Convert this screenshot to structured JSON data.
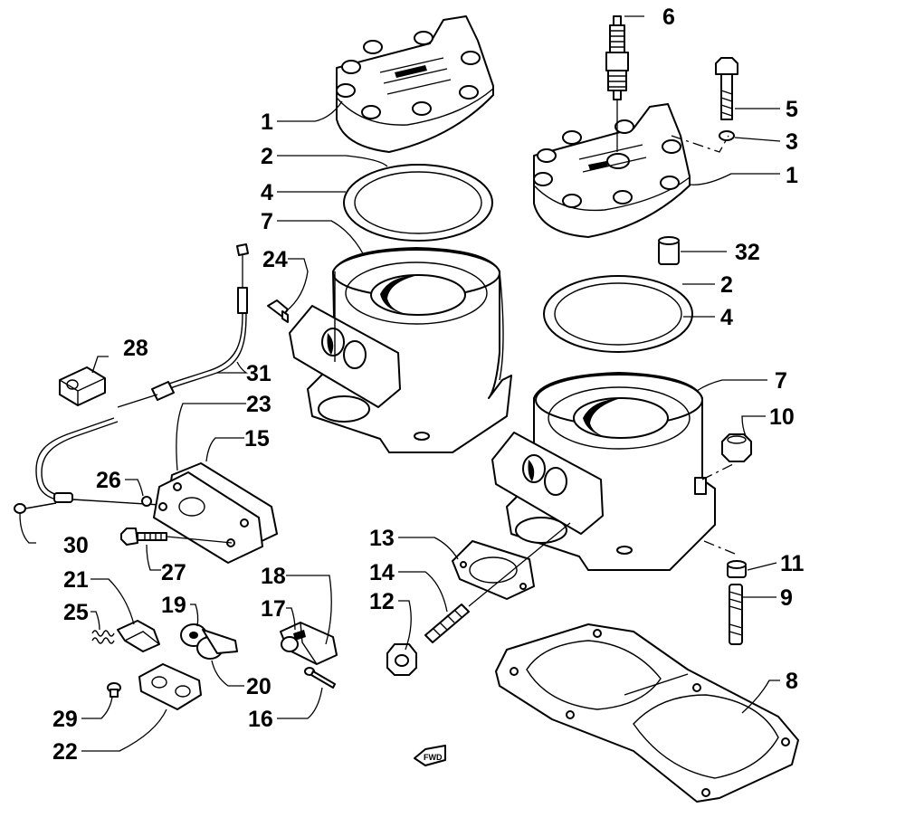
{
  "figure": {
    "fwd_label": "FWD",
    "callouts": {
      "c1a": "1",
      "c1b": "1",
      "c2a": "2",
      "c2b": "2",
      "c3": "3",
      "c4a": "4",
      "c4b": "4",
      "c5": "5",
      "c6": "6",
      "c7a": "7",
      "c7b": "7",
      "c8": "8",
      "c9": "9",
      "c10": "10",
      "c11": "11",
      "c12": "12",
      "c13": "13",
      "c14": "14",
      "c15": "15",
      "c16": "16",
      "c17": "17",
      "c18": "18",
      "c19": "19",
      "c20": "20",
      "c21": "21",
      "c22": "22",
      "c23": "23",
      "c24": "24",
      "c25": "25",
      "c26": "26",
      "c27": "27",
      "c28": "28",
      "c29": "29",
      "c30": "30",
      "c31": "31",
      "c32": "32"
    }
  }
}
